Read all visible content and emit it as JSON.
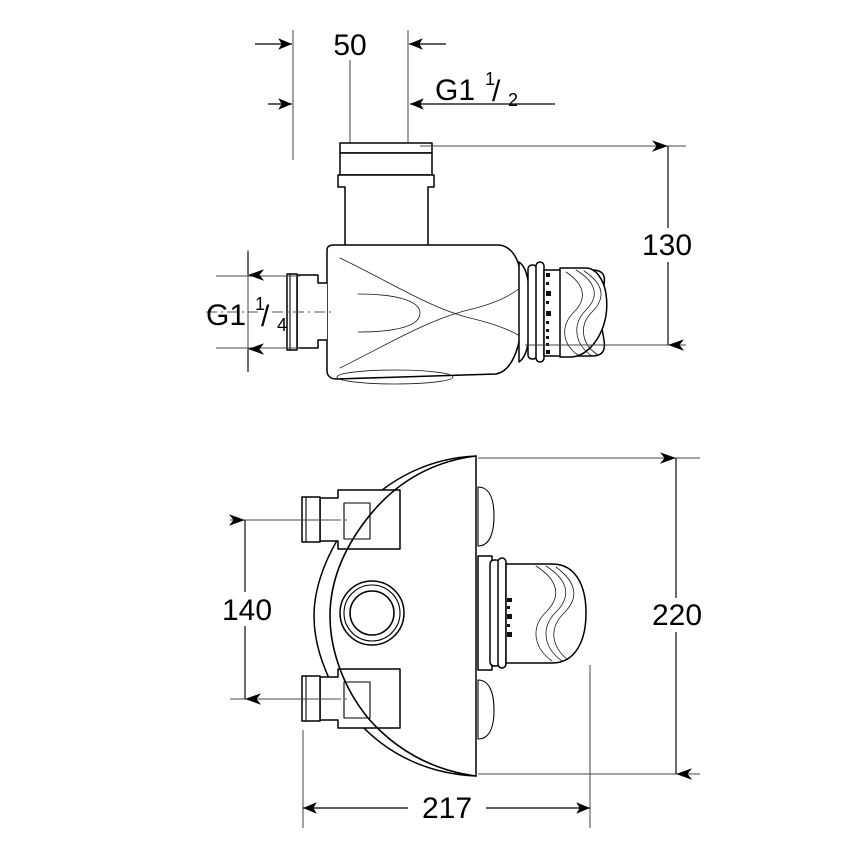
{
  "document": {
    "type": "technical-drawing",
    "title": "Thermostatic mixing valve dimensional drawing",
    "background_color": "#ffffff",
    "line_color": "#000000",
    "units": "mm",
    "views": [
      {
        "name": "side-elevation-view",
        "position": "top"
      },
      {
        "name": "plan-view",
        "position": "bottom"
      }
    ]
  },
  "dimensions": {
    "width_50": {
      "label": "50",
      "orientation": "horizontal",
      "view": "side-elevation-view",
      "feature": "inlet-spigot-width"
    },
    "thread_g1_half": {
      "prefix": "G1",
      "numerator": "1",
      "denominator": "2",
      "label": "G1 1/2",
      "orientation": "leader",
      "view": "side-elevation-view",
      "feature": "top-outlet-thread"
    },
    "thread_g1_quarter": {
      "prefix": "G1",
      "numerator": "1",
      "denominator": "4",
      "label": "G1 1/4",
      "orientation": "vertical",
      "view": "side-elevation-view",
      "feature": "side-inlet-thread"
    },
    "height_130": {
      "label": "130",
      "orientation": "vertical",
      "view": "side-elevation-view",
      "feature": "overall-height"
    },
    "height_140": {
      "label": "140",
      "orientation": "vertical",
      "view": "plan-view",
      "feature": "inlet-port-centre-spacing"
    },
    "height_220": {
      "label": "220",
      "orientation": "vertical",
      "view": "plan-view",
      "feature": "overall-depth"
    },
    "width_217": {
      "label": "217",
      "orientation": "horizontal",
      "view": "plan-view",
      "feature": "overall-width"
    }
  }
}
